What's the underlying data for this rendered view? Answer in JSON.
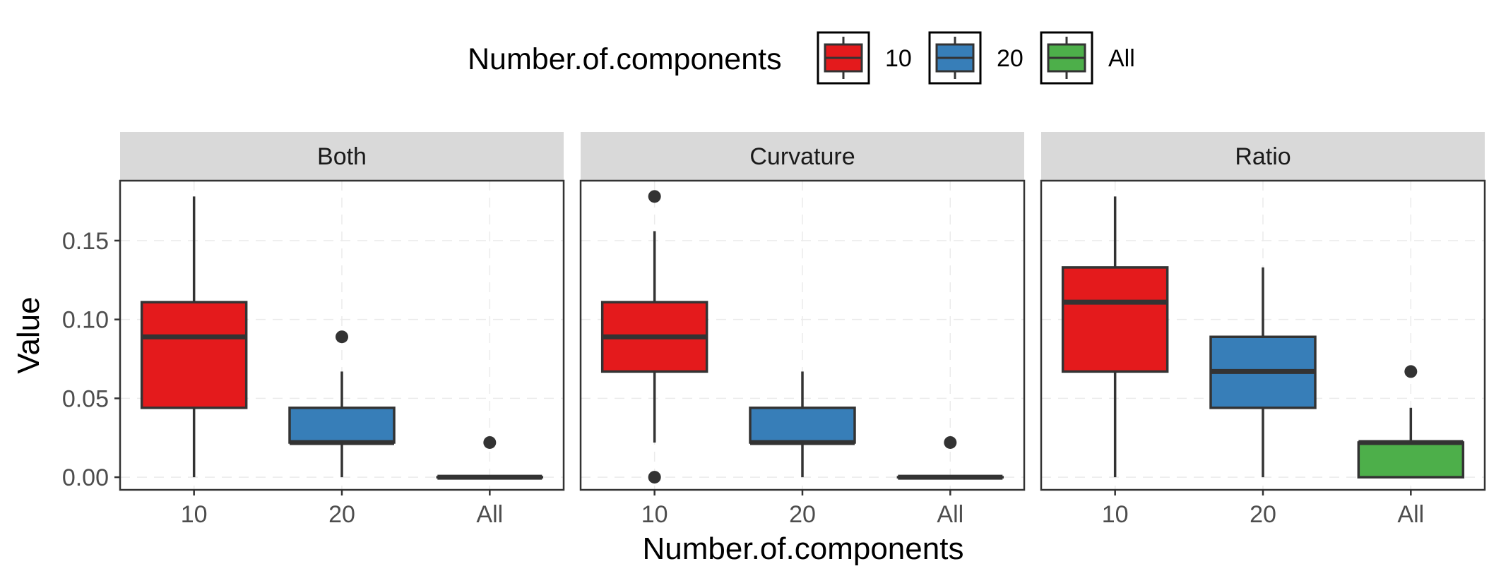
{
  "chart_data": {
    "type": "boxplot",
    "xlabel": "Number.of.components",
    "ylabel": "Value",
    "ylim": [
      -0.008,
      0.188
    ],
    "y_ticks": [
      "0.00",
      "0.05",
      "0.10",
      "0.15"
    ],
    "y_tick_values": [
      0,
      0.05,
      0.1,
      0.15
    ],
    "categories": [
      "10",
      "20",
      "All"
    ],
    "legend": {
      "title": "Number.of.components",
      "position": "top",
      "entries": [
        {
          "label": "10",
          "color": "#E41A1C"
        },
        {
          "label": "20",
          "color": "#377EB8"
        },
        {
          "label": "All",
          "color": "#4DAF4A"
        }
      ]
    },
    "grid": true,
    "panels": [
      {
        "facet": "Both",
        "boxes": [
          {
            "category": "10",
            "min": 0.0,
            "q1": 0.044,
            "median": 0.089,
            "q3": 0.111,
            "max": 0.178,
            "outliers": []
          },
          {
            "category": "20",
            "min": 0.0,
            "q1": 0.022,
            "median": 0.022,
            "q3": 0.044,
            "max": 0.067,
            "outliers": [
              0.089
            ]
          },
          {
            "category": "All",
            "min": 0.0,
            "q1": 0.0,
            "median": 0.0,
            "q3": 0.0,
            "max": 0.0,
            "outliers": [
              0.022
            ]
          }
        ]
      },
      {
        "facet": "Curvature",
        "boxes": [
          {
            "category": "10",
            "min": 0.022,
            "q1": 0.067,
            "median": 0.089,
            "q3": 0.111,
            "max": 0.156,
            "outliers": [
              0.178,
              0.0
            ]
          },
          {
            "category": "20",
            "min": 0.0,
            "q1": 0.022,
            "median": 0.022,
            "q3": 0.044,
            "max": 0.067,
            "outliers": []
          },
          {
            "category": "All",
            "min": 0.0,
            "q1": 0.0,
            "median": 0.0,
            "q3": 0.0,
            "max": 0.0,
            "outliers": [
              0.022
            ]
          }
        ]
      },
      {
        "facet": "Ratio",
        "boxes": [
          {
            "category": "10",
            "min": 0.0,
            "q1": 0.067,
            "median": 0.111,
            "q3": 0.133,
            "max": 0.178,
            "outliers": []
          },
          {
            "category": "20",
            "min": 0.0,
            "q1": 0.044,
            "median": 0.067,
            "q3": 0.089,
            "max": 0.133,
            "outliers": []
          },
          {
            "category": "All",
            "min": 0.0,
            "q1": 0.0,
            "median": 0.022,
            "q3": 0.022,
            "max": 0.044,
            "outliers": [
              0.067
            ]
          }
        ]
      }
    ],
    "colors": {
      "10": "#E41A1C",
      "20": "#377EB8",
      "All": "#4DAF4A"
    },
    "box_line_color": "#333333",
    "panel_border_color": "#333333",
    "strip_fill": "#D9D9D9"
  }
}
